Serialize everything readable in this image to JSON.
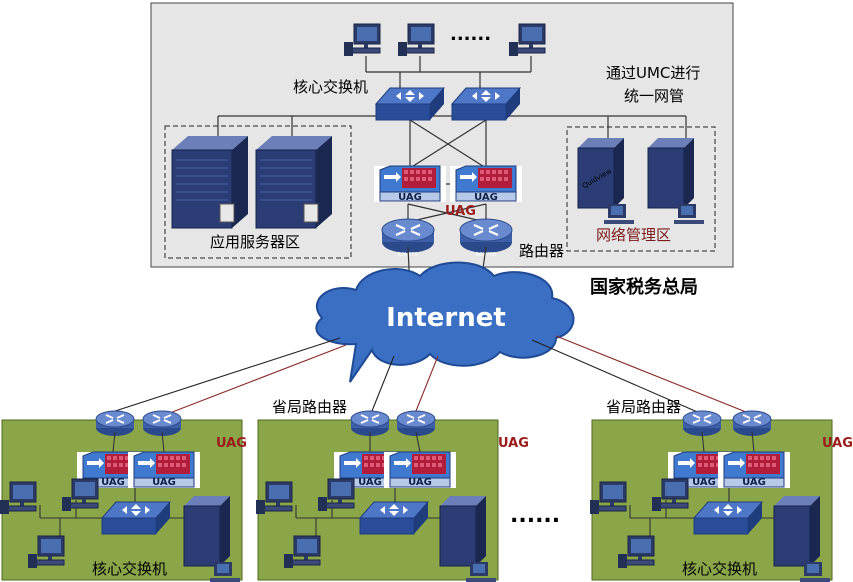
{
  "hq": {
    "core_switch_label": "核心交换机",
    "umc_note_line1": "通过UMC进行",
    "umc_note_line2": "统一网管",
    "app_zone_label": "应用服务器区",
    "mgmt_zone_label": "网络管理区",
    "router_label": "路由器",
    "uag_label": "UAG",
    "title": "国家税务总局",
    "pc_ellipsis": "......",
    "server_brand": "Quidview"
  },
  "internet": {
    "label": "Internet"
  },
  "branches": [
    {
      "router_caption": "",
      "uag_label": "UAG",
      "core_switch_label": "核心交换机"
    },
    {
      "router_caption": "省局路由器",
      "uag_label": "UAG",
      "core_switch_label": ""
    },
    {
      "router_caption": "省局路由器",
      "uag_label": "UAG",
      "core_switch_label": "核心交换机"
    }
  ],
  "branch_ellipsis": "......",
  "device_text": {
    "uag": "UAG",
    "router": "ROUTER"
  },
  "colors": {
    "hq_bg": "#e6e6e6",
    "branch_bg": "#8aa649",
    "cloud": "#3a6fc4",
    "uag_text": "#9b1b1b",
    "mgmt_text": "#7a1a1a",
    "switch": "#2a4d9a",
    "router": "#5574b8"
  }
}
